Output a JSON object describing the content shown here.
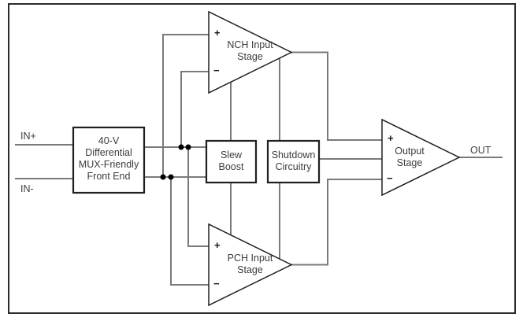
{
  "labels": {
    "in_plus": "IN+",
    "in_minus": "IN-",
    "out": "OUT",
    "plus": "+",
    "minus": "−"
  },
  "blocks": {
    "front_end": {
      "text": "40-V\nDifferential\nMUX-Friendly\nFront End"
    },
    "slew_boost": {
      "text": "Slew\nBoost"
    },
    "shutdown": {
      "text": "Shutdown\nCircuitry"
    },
    "nch_input_stage": {
      "text": "NCH Input\nStage"
    },
    "pch_input_stage": {
      "text": "PCH Input\nStage"
    },
    "output_stage": {
      "text": "Output\nStage"
    }
  },
  "colors": {
    "wire": "#7a7a7a",
    "outline": "#1f1f1f",
    "frame": "#2a2a2a",
    "junction_dot": "#000000",
    "text": "#3c3c3c",
    "background": "#ffffff"
  }
}
